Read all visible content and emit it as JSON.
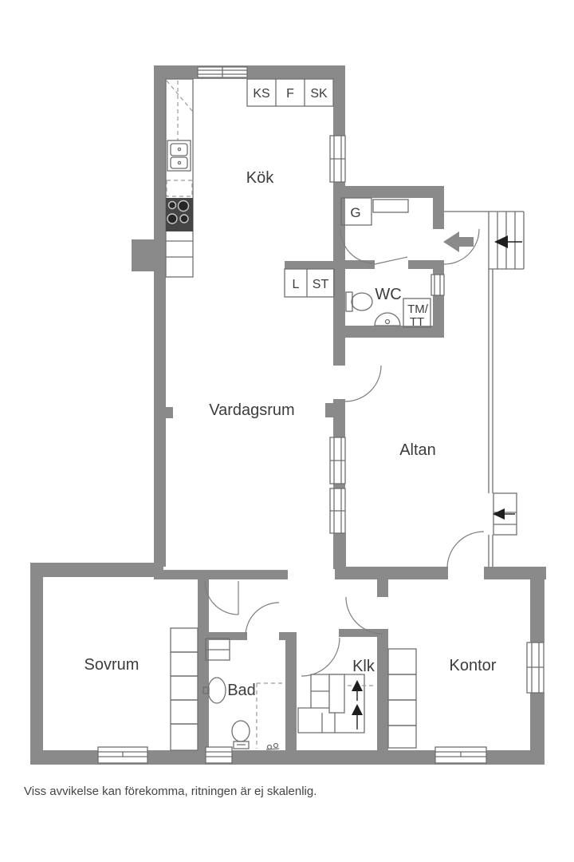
{
  "rooms": {
    "kok": "Kök",
    "vardagsrum": "Vardagsrum",
    "wc": "WC",
    "altan": "Altan",
    "sovrum": "Sovrum",
    "bad": "Bad",
    "klk": "Klk",
    "kontor": "Kontor"
  },
  "cabinets": {
    "ks": "KS",
    "f": "F",
    "sk": "SK",
    "g": "G",
    "l": "L",
    "st": "ST",
    "tm_line1": "TM/",
    "tm_line2": "TT"
  },
  "footer": {
    "disclaimer": "Viss avvikelse kan förekomma, ritningen är ej skalenlig."
  },
  "colors": {
    "wall": "#8a8a8a",
    "thin_line": "#6f6f6f",
    "text": "#3c3c3c",
    "stair_arrow": "#1e1e1e",
    "background": "#ffffff"
  }
}
